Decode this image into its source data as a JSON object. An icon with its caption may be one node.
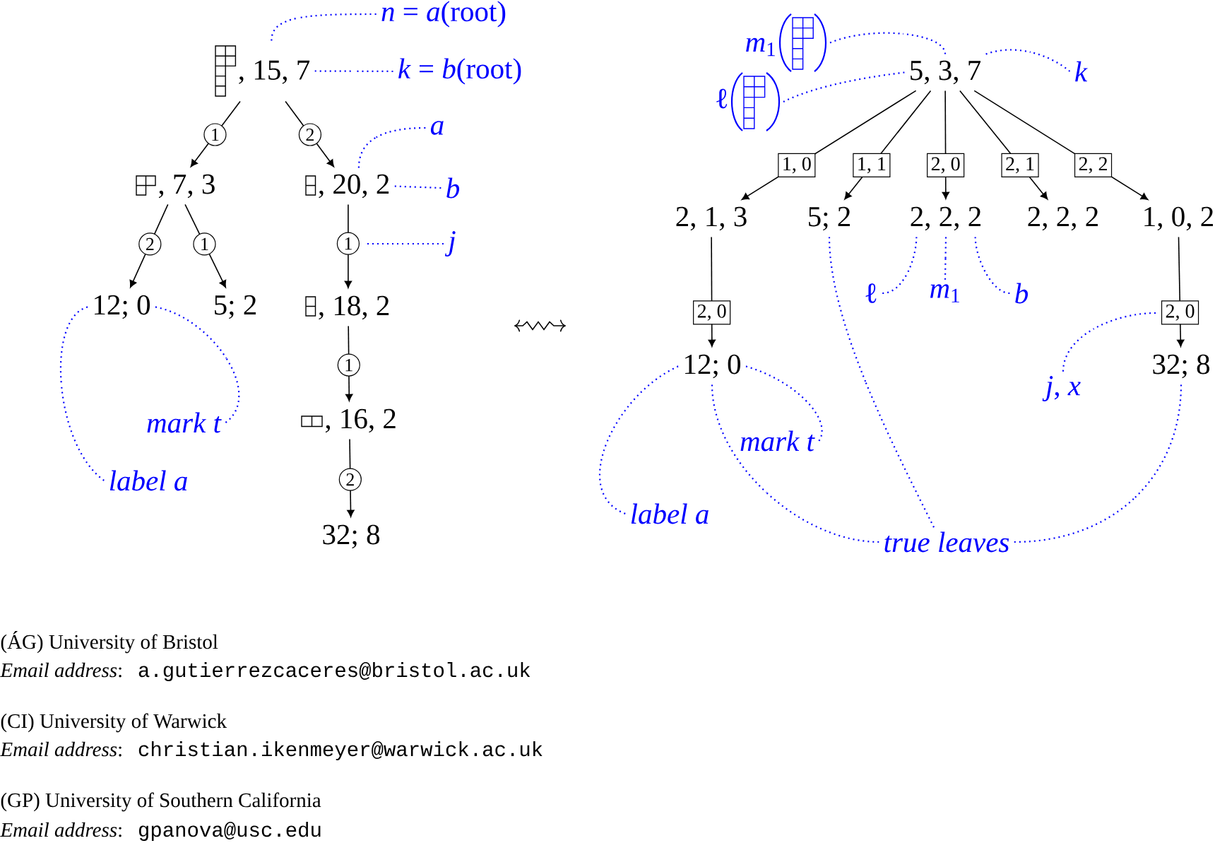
{
  "diagram": {
    "nodes": [
      {
        "text": [
          ", 15, 7"
        ]
      },
      {
        "text": [
          ", 7, 3"
        ]
      },
      {
        "text": [
          ", 20, 2"
        ]
      },
      {
        "text": [
          "12; 0"
        ]
      },
      {
        "text": [
          "5; 2"
        ]
      },
      {
        "text": [
          ", 18, 2"
        ]
      },
      {
        "text": [
          ", 16, 2"
        ]
      },
      {
        "text": [
          "32; 8"
        ]
      },
      {
        "text": [
          "*n* = *a*(root)"
        ]
      },
      {
        "text": [
          "*k* = *b*(root)"
        ]
      },
      {
        "text": [
          "a"
        ]
      },
      {
        "text": [
          "b"
        ]
      },
      {
        "text": [
          "j"
        ]
      },
      {
        "text": [
          "mark t"
        ]
      },
      {
        "text": [
          "label a"
        ]
      },
      {
        "text": [
          "5, 3, 7"
        ]
      },
      {
        "text": [
          "2, 1, 3"
        ]
      },
      {
        "text": [
          "5; 2"
        ]
      },
      {
        "text": [
          "2, 2, 2"
        ]
      },
      {
        "text": [
          "2, 2, 2"
        ]
      },
      {
        "text": [
          "1, 0, 2"
        ]
      },
      {
        "text": [
          "12; 0"
        ]
      },
      {
        "text": [
          "32; 8"
        ]
      },
      {
        "text": [
          "*m*$_{1}$"
        ]
      },
      {
        "text": [
          "ℓ"
        ]
      },
      {
        "text": [
          "k"
        ]
      },
      {
        "text": [
          "ℓ"
        ]
      },
      {
        "text": [
          "*m*$_{1}$"
        ]
      },
      {
        "text": [
          "b"
        ]
      },
      {
        "text": [
          "mark t"
        ]
      },
      {
        "text": [
          "label a"
        ]
      },
      {
        "text": [
          "*j*, *x*"
        ]
      },
      {
        "text": [
          "true leaves"
        ]
      }
    ],
    "edges": [
      {
        "from": 0,
        "to": 1,
        "arrow": "to",
        "label": "1",
        "color": "#000000"
      },
      {
        "from": 0,
        "to": 2,
        "arrow": "to",
        "label": "2",
        "color": "#000000"
      },
      {
        "from": 1,
        "to": 3,
        "arrow": "to",
        "label": "2",
        "color": "#000000"
      },
      {
        "from": 1,
        "to": 4,
        "arrow": "to",
        "label": "1",
        "color": "#000000"
      },
      {
        "from": 2,
        "to": 5,
        "arrow": "to",
        "label": "1",
        "color": "#000000"
      },
      {
        "from": 5,
        "to": 6,
        "arrow": "to",
        "label": "1",
        "color": "#000000"
      },
      {
        "from": 6,
        "to": 7,
        "arrow": "to",
        "label": "2",
        "color": "#000000"
      },
      {
        "from": 8,
        "to": 0,
        "arrow": "none",
        "style": "dashed",
        "color": "#0000ff"
      },
      {
        "from": 9,
        "to": 0,
        "arrow": "none",
        "style": "dashed",
        "color": "#0000ff"
      },
      {
        "from": 10,
        "to": 2,
        "arrow": "none",
        "style": "dashed",
        "color": "#0000ff"
      },
      {
        "from": 11,
        "to": 2,
        "arrow": "none",
        "style": "dashed",
        "color": "#0000ff"
      },
      {
        "from": 12,
        "to": null,
        "arrow": "none",
        "style": "dashed",
        "color": "#0000ff"
      },
      {
        "from": 13,
        "to": 3,
        "arrow": "none",
        "style": "dashed",
        "color": "#0000ff"
      },
      {
        "from": 14,
        "to": 3,
        "arrow": "none",
        "style": "dashed",
        "color": "#0000ff"
      },
      {
        "from": 15,
        "to": 16,
        "arrow": "to",
        "label": "1, 0",
        "color": "#000000"
      },
      {
        "from": 15,
        "to": 17,
        "arrow": "to",
        "label": "1, 1",
        "color": "#000000"
      },
      {
        "from": 15,
        "to": 18,
        "arrow": "to",
        "label": "2, 0",
        "color": "#000000"
      },
      {
        "from": 15,
        "to": 19,
        "arrow": "to",
        "label": "2, 1",
        "color": "#000000"
      },
      {
        "from": 15,
        "to": 20,
        "arrow": "to",
        "label": "2, 2",
        "color": "#000000"
      },
      {
        "from": 16,
        "to": 21,
        "arrow": "to",
        "label": "2, 0",
        "color": "#000000"
      },
      {
        "from": 20,
        "to": 22,
        "arrow": "to",
        "label": "2, 0",
        "color": "#000000"
      },
      {
        "from": 23,
        "to": 15,
        "arrow": "none",
        "style": "dashed",
        "color": "#0000ff"
      },
      {
        "from": 24,
        "to": 15,
        "arrow": "none",
        "style": "dashed",
        "color": "#0000ff"
      },
      {
        "from": 25,
        "to": 15,
        "arrow": "none",
        "style": "dashed",
        "color": "#0000ff"
      },
      {
        "from": 26,
        "to": 18,
        "arrow": "none",
        "style": "dashed",
        "color": "#0000ff"
      },
      {
        "from": 27,
        "to": 18,
        "arrow": "none",
        "style": "dashed",
        "color": "#0000ff"
      },
      {
        "from": 28,
        "to": 18,
        "arrow": "none",
        "style": "dashed",
        "color": "#0000ff"
      },
      {
        "from": 29,
        "to": 21,
        "arrow": "none",
        "style": "dashed",
        "color": "#0000ff"
      },
      {
        "from": 30,
        "to": 21,
        "arrow": "none",
        "style": "dashed",
        "color": "#0000ff"
      },
      {
        "from": 31,
        "to": null,
        "arrow": "none",
        "style": "dashed",
        "color": "#0000ff"
      },
      {
        "from": 32,
        "to": 17,
        "arrow": "none",
        "style": "dashed",
        "color": "#0000ff"
      },
      {
        "from": 32,
        "to": 21,
        "arrow": "none",
        "style": "dashed",
        "color": "#0000ff"
      },
      {
        "from": 32,
        "to": 22,
        "arrow": "none",
        "style": "dashed",
        "color": "#0000ff"
      }
    ],
    "labels": [
      "(ÁG) University of Bristol",
      "*Email address*:",
      "a.gutierrezcaceres@bristol.ac.uk",
      "(CI) University of Warwick",
      "*Email address*:",
      "christian.ikenmeyer@warwick.ac.uk",
      "(GP) University of Southern California",
      "*Email address*:",
      "gpanova@usc.edu"
    ]
  }
}
